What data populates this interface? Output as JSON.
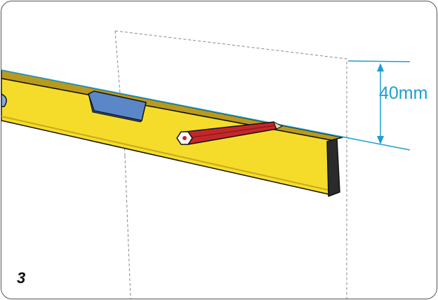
{
  "step": {
    "number": "3"
  },
  "measurement": {
    "label": "40mm",
    "color": "#1e9fd0"
  },
  "colors": {
    "level_body": "#f5dc2b",
    "level_top": "#b89a1f",
    "level_bottom": "#d9bf22",
    "level_end_cap": "#2b2b2b",
    "vial": "#5b86c8",
    "pencil": "#c4272a",
    "guide_line": "#1e9fd0",
    "outline": "#111111",
    "dashed_panel": "#888888"
  },
  "icons": [
    "spirit-level",
    "bubble-vial",
    "pencil",
    "dimension-arrow"
  ]
}
